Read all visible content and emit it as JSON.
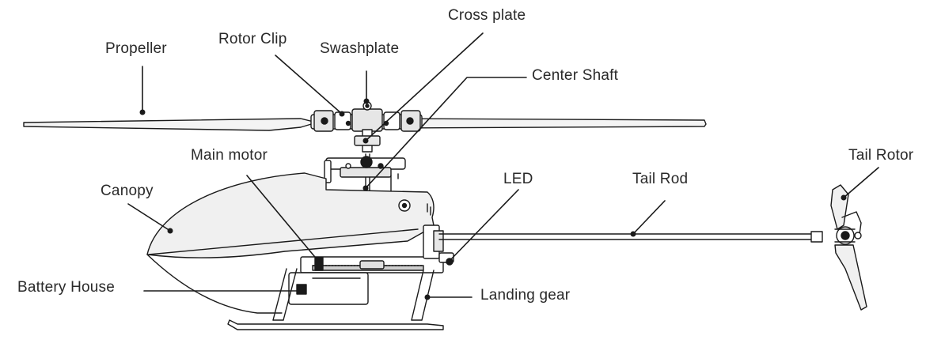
{
  "labels": {
    "cross_plate": "Cross plate",
    "propeller": "Propeller",
    "rotor_clip": "Rotor Clip",
    "swashplate": "Swashplate",
    "center_shaft": "Center Shaft",
    "main_motor": "Main motor",
    "tail_rotor": "Tail Rotor",
    "canopy": "Canopy",
    "led": "LED",
    "tail_rod": "Tail Rod",
    "battery_house": "Battery House",
    "landing_gear": "Landing gear"
  },
  "colors": {
    "line": "#1a1a1a",
    "canopy_fill": "#efefef",
    "text": "#2a2a2a"
  }
}
